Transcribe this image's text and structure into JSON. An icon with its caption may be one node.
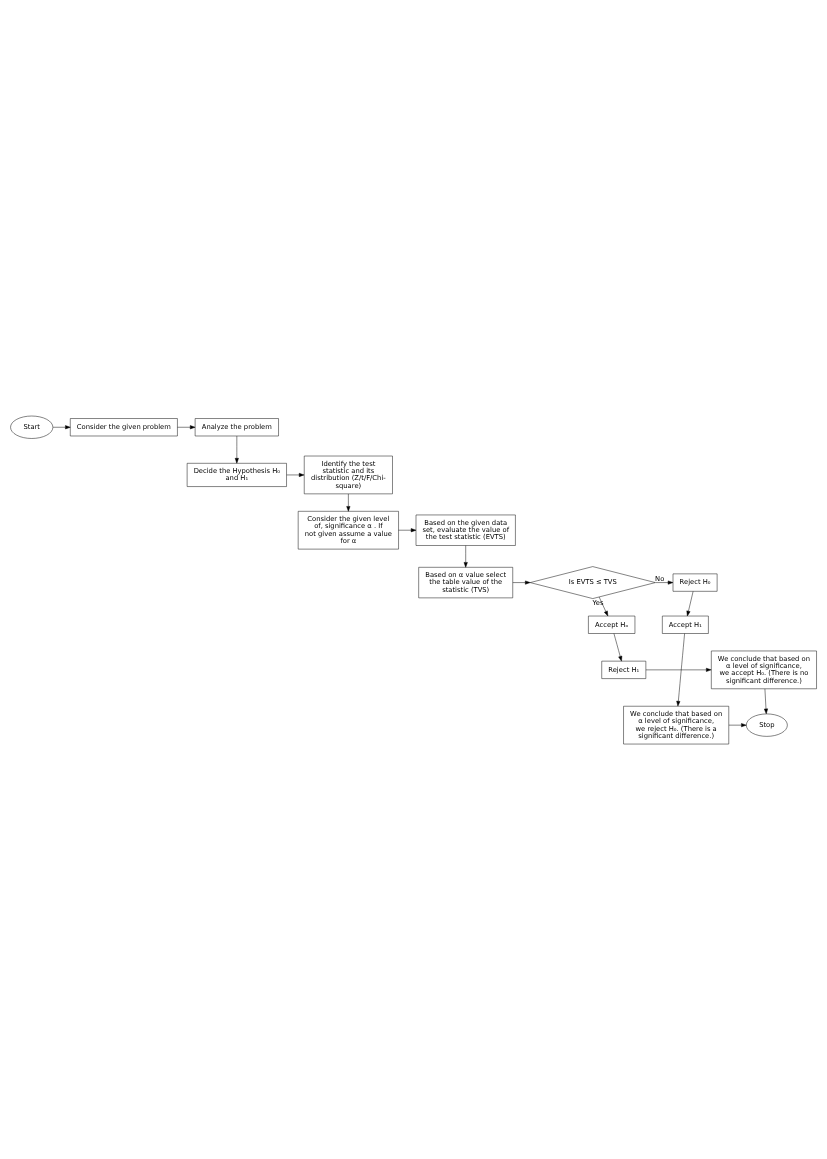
{
  "diagram": {
    "nodes": [
      {
        "text": [
          "Start"
        ]
      },
      {
        "text": [
          "Consider the given problem"
        ]
      },
      {
        "text": [
          "Analyze the problem"
        ]
      },
      {
        "text": [
          "Decide the Hypothesis H₀ and H₁"
        ]
      },
      {
        "text": [
          "Identify the test statistic and its distribution (Z/t/F/Chi-square)"
        ]
      },
      {
        "text": [
          "Consider the given level of, significance α . If not given assume a value for α"
        ]
      },
      {
        "text": [
          "Based on the given data set, evaluate the value of the test statistic (EVTS)"
        ]
      },
      {
        "text": [
          "Based on α value select the table value of the statistic (TVS)"
        ]
      },
      {
        "text": [
          "Is EVTS ≤ TVS"
        ]
      },
      {
        "text": [
          "Reject H₀"
        ]
      },
      {
        "text": [
          "Accept Hₒ"
        ]
      },
      {
        "text": [
          "Accept H₁"
        ]
      },
      {
        "text": [
          "Reject H₁"
        ]
      },
      {
        "text": [
          "We conclude that based on α level of significance, we accept H₀. (There is no significant difference.)"
        ]
      },
      {
        "text": [
          "We conclude that based on α level of significance, we reject H₀. (There is a significant difference.)"
        ]
      },
      {
        "text": [
          "Stop"
        ]
      }
    ],
    "edges": [
      {
        "from": 0,
        "to": 1,
        "arrow": "to"
      },
      {
        "from": 1,
        "to": 2,
        "arrow": "to"
      },
      {
        "from": 2,
        "to": 3,
        "arrow": "to"
      },
      {
        "from": 3,
        "to": 4,
        "arrow": "to"
      },
      {
        "from": 4,
        "to": 5,
        "arrow": "to"
      },
      {
        "from": 5,
        "to": 6,
        "arrow": "to"
      },
      {
        "from": 6,
        "to": 7,
        "arrow": "to"
      },
      {
        "from": 7,
        "to": 8,
        "arrow": "to"
      },
      {
        "from": 8,
        "to": 9,
        "arrow": "to",
        "label": "No"
      },
      {
        "from": 8,
        "to": 10,
        "arrow": "to",
        "label": "Yes"
      },
      {
        "from": 9,
        "to": 11,
        "arrow": "to"
      },
      {
        "from": 10,
        "to": 12,
        "arrow": "to"
      },
      {
        "from": 12,
        "to": 13,
        "arrow": "to"
      },
      {
        "from": 11,
        "to": 14,
        "arrow": "to"
      },
      {
        "from": 13,
        "to": 15,
        "arrow": "to"
      },
      {
        "from": 14,
        "to": 15,
        "arrow": "to"
      }
    ]
  }
}
